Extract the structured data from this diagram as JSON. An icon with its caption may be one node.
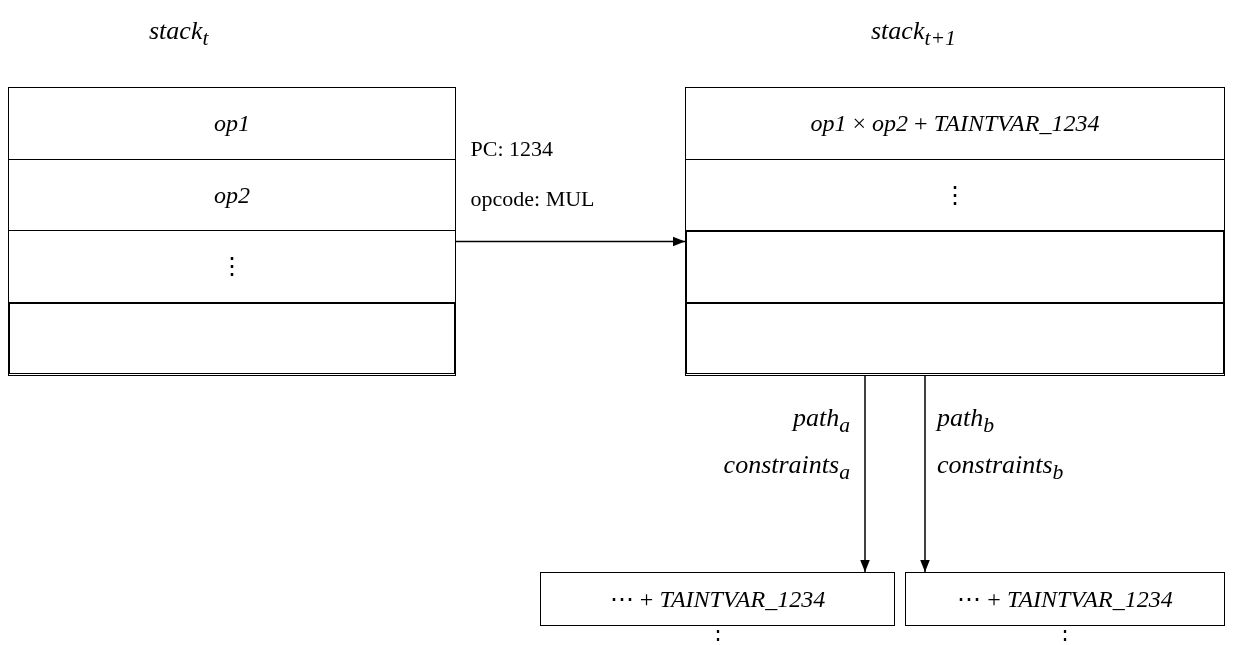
{
  "diagram": {
    "nodes": [
      {
        "text": [
          "stack$_{t}$"
        ]
      },
      {
        "text": [
          "*op1*"
        ],
        "in": 0
      },
      {
        "text": [
          "*op2*"
        ],
        "in": 0
      },
      {
        "text": [
          "⋮"
        ],
        "in": 0
      },
      {
        "text": [],
        "shape": "box",
        "in": 0
      },
      {
        "text": [
          "stack$_{t+1}$"
        ]
      },
      {
        "text": [
          "*op1* × *op2* + *TAINTVAR_1234*"
        ],
        "in": 5
      },
      {
        "text": [
          "⋮"
        ],
        "in": 5
      },
      {
        "text": [],
        "shape": "box",
        "in": 5
      },
      {
        "text": [],
        "shape": "box",
        "in": 5
      },
      {
        "text": [
          "⋯ + *TAINTVAR_1234*"
        ],
        "beside": [
          "⋮"
        ]
      },
      {
        "text": [
          "⋯ + *TAINTVAR_1234*"
        ],
        "beside": [
          "⋮"
        ]
      }
    ],
    "edges": [
      {
        "from": 0,
        "to": 5,
        "arrow": "to",
        "label": "PC: 1234 opcode: MUL"
      },
      {
        "from": 5,
        "to": 10,
        "arrow": "to",
        "label": "path$_{a}$ constraints$_{a}$"
      },
      {
        "from": 5,
        "to": 11,
        "arrow": "to",
        "label": "path$_{b}$ constraints$_{b}$"
      }
    ]
  }
}
